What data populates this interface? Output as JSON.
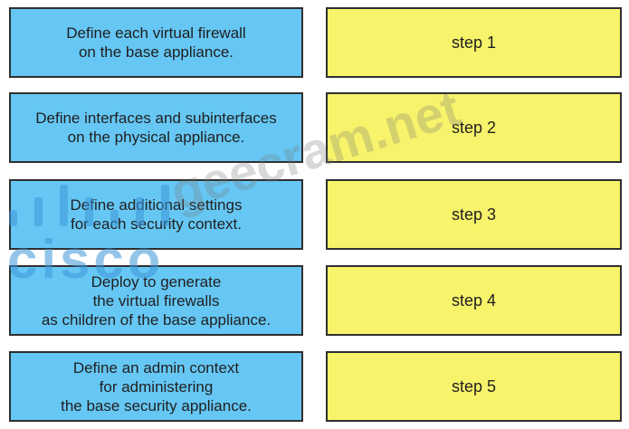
{
  "descriptions": [
    "Define each virtual firewall\non the base appliance.",
    "Define interfaces and subinterfaces\non the physical appliance.",
    "Define additional settings\nfor each security context.",
    "Deploy to generate\nthe virtual firewalls\nas children of the base appliance.",
    "Define an admin context\nfor administering\nthe base security appliance."
  ],
  "steps": [
    "step 1",
    "step 2",
    "step 3",
    "step 4",
    "step 5"
  ],
  "watermark": {
    "brand": "cisco",
    "site": "geecram.net"
  },
  "colors": {
    "description_box": "#66c7f4",
    "step_box": "#f7f36b",
    "border": "#2f2f2f"
  }
}
